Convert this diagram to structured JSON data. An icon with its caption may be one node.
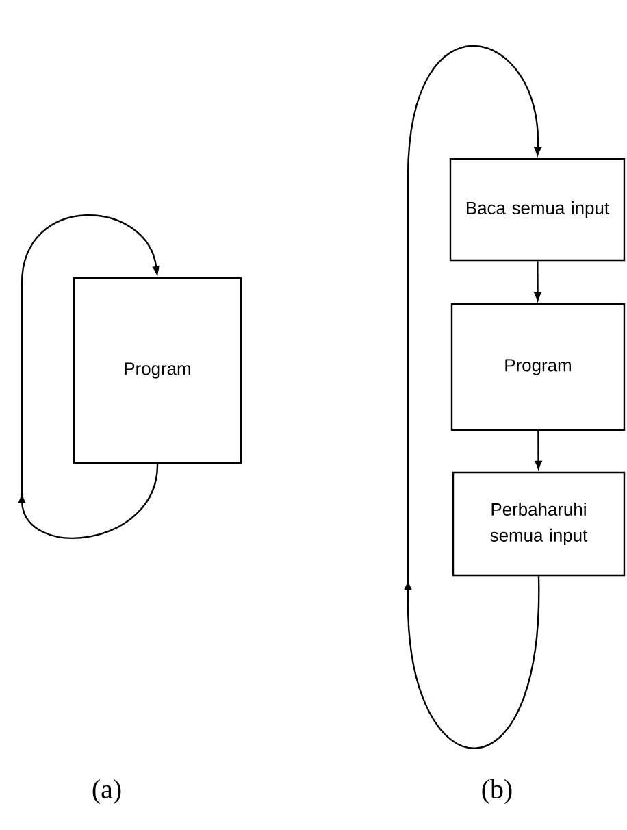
{
  "diagram": {
    "nodes": [
      {
        "text": [
          "Program"
        ]
      },
      {
        "text": [
          "Baca semua input"
        ]
      },
      {
        "text": [
          "Program"
        ]
      },
      {
        "text": [
          "Perbaharuhi semua input"
        ]
      }
    ],
    "edges": [
      {
        "from": 0,
        "to": 0,
        "arrow": "to"
      },
      {
        "from": 1,
        "to": 2,
        "arrow": "to"
      },
      {
        "from": 2,
        "to": 3,
        "arrow": "to"
      },
      {
        "from": 3,
        "to": 1,
        "arrow": "to"
      }
    ],
    "labels": [
      "(a)",
      "(b)"
    ]
  }
}
